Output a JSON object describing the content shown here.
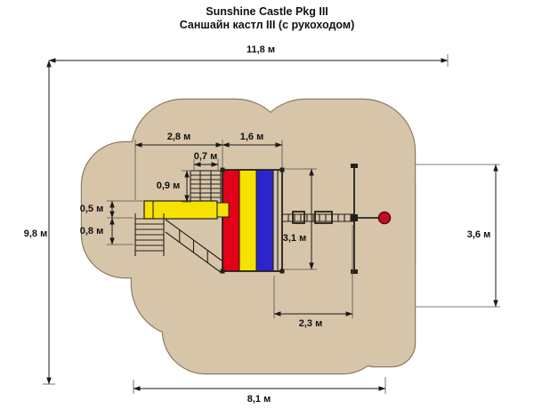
{
  "title": {
    "en": "Sunshine Castle Pkg III",
    "ru": "Саншайн кастл III (с рукоходом)"
  },
  "dimensions": {
    "overall_width": "11,8 м",
    "overall_depth": "9,8 м",
    "bottom_width": "8,1 м",
    "right_depth": "3,6 м",
    "left_section": "2,8 м",
    "tower_width": "1,6 м",
    "net_width": "0,7 м",
    "net_depth": "0,9 м",
    "slide_width": "0,5 м",
    "ladder_width": "0,8 м",
    "tower_depth": "3,1 м",
    "monkey_bars_length": "2,3 м"
  },
  "colors": {
    "zone_fill": "#d7c5aa",
    "zone_outline": "#8a7b63",
    "tower_red": "#e2001a",
    "tower_yellow": "#f5e200",
    "tower_blue": "#2b25cc",
    "slide_yellow": "#f5e200",
    "ball_red": "#c01024",
    "line": "#1a1a1a"
  }
}
